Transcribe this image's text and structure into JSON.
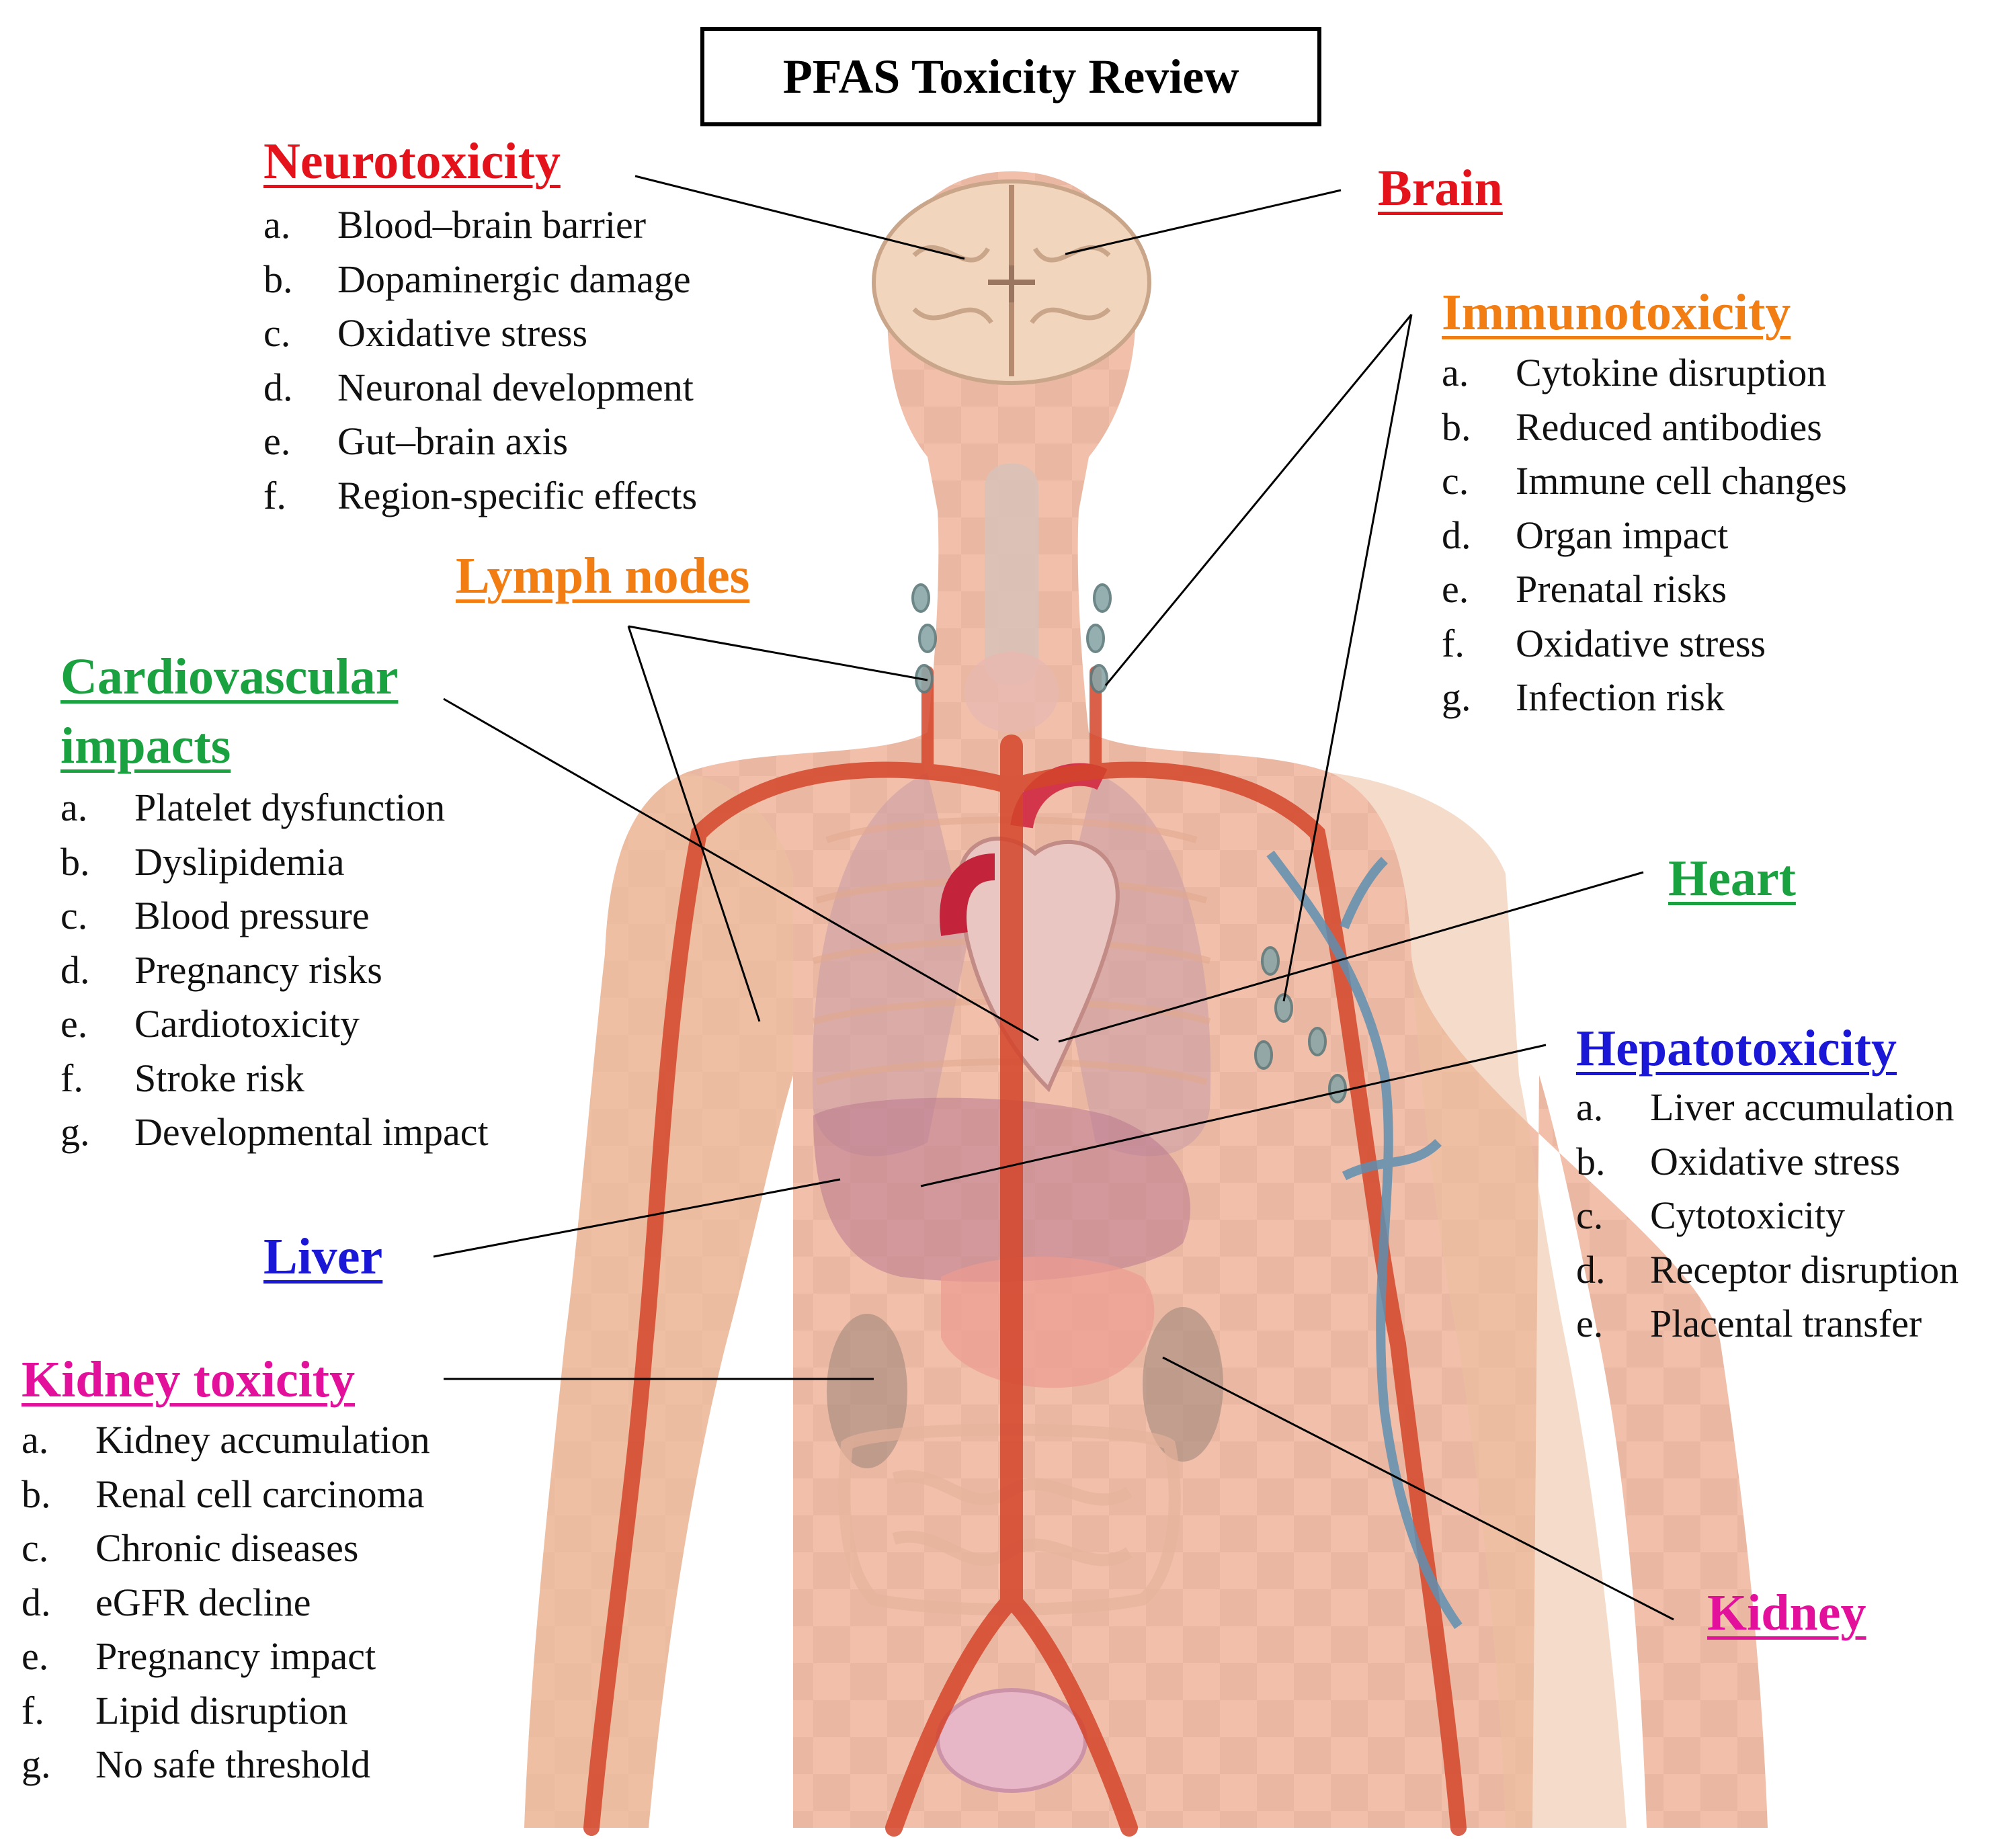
{
  "title": "PFAS Toxicity Review",
  "colors": {
    "neuro": "#e3121b",
    "immuno": "#f27d13",
    "cardio": "#1aa140",
    "hepato": "#1b17d6",
    "kidney": "#e3109b",
    "skin": "#f0b9a2",
    "artery": "#d4452b",
    "vein": "#5f8fb0"
  },
  "sections": {
    "neurotoxicity": {
      "heading": "Neurotoxicity",
      "items": [
        {
          "letter": "a.",
          "text": "Blood–brain barrier"
        },
        {
          "letter": "b.",
          "text": "Dopaminergic damage"
        },
        {
          "letter": "c.",
          "text": "Oxidative stress"
        },
        {
          "letter": "d.",
          "text": "Neuronal development"
        },
        {
          "letter": "e.",
          "text": "Gut–brain axis"
        },
        {
          "letter": "f.",
          "text": "Region-specific effects"
        }
      ]
    },
    "immunotoxicity": {
      "heading": "Immunotoxicity",
      "items": [
        {
          "letter": "a.",
          "text": "Cytokine disruption"
        },
        {
          "letter": "b.",
          "text": "Reduced antibodies"
        },
        {
          "letter": "c.",
          "text": "Immune cell changes"
        },
        {
          "letter": "d.",
          "text": "Organ impact"
        },
        {
          "letter": "e.",
          "text": "Prenatal risks"
        },
        {
          "letter": "f.",
          "text": "Oxidative stress"
        },
        {
          "letter": "g.",
          "text": "Infection risk"
        }
      ]
    },
    "cardiovascular": {
      "heading_line1": "Cardiovascular",
      "heading_line2": "impacts",
      "items": [
        {
          "letter": "a.",
          "text": "Platelet dysfunction"
        },
        {
          "letter": "b.",
          "text": "Dyslipidemia"
        },
        {
          "letter": "c.",
          "text": "Blood pressure"
        },
        {
          "letter": "d.",
          "text": "Pregnancy risks"
        },
        {
          "letter": "e.",
          "text": "Cardiotoxicity"
        },
        {
          "letter": "f.",
          "text": "Stroke risk"
        },
        {
          "letter": "g.",
          "text": "Developmental impact"
        }
      ]
    },
    "hepatotoxicity": {
      "heading": "Hepatotoxicity",
      "items": [
        {
          "letter": "a.",
          "text": "Liver accumulation"
        },
        {
          "letter": "b.",
          "text": "Oxidative stress"
        },
        {
          "letter": "c.",
          "text": "Cytotoxicity"
        },
        {
          "letter": "d.",
          "text": "Receptor disruption"
        },
        {
          "letter": "e.",
          "text": "Placental transfer"
        }
      ]
    },
    "kidney_toxicity": {
      "heading": "Kidney toxicity",
      "items": [
        {
          "letter": "a.",
          "text": "Kidney accumulation"
        },
        {
          "letter": "b.",
          "text": "Renal cell carcinoma"
        },
        {
          "letter": "c.",
          "text": "Chronic diseases"
        },
        {
          "letter": "d.",
          "text": "eGFR decline"
        },
        {
          "letter": "e.",
          "text": "Pregnancy impact"
        },
        {
          "letter": "f.",
          "text": "Lipid disruption"
        },
        {
          "letter": "g.",
          "text": "No safe threshold"
        }
      ]
    }
  },
  "organs": {
    "brain": "Brain",
    "lymph_nodes": "Lymph nodes",
    "heart": "Heart",
    "liver": "Liver",
    "kidney": "Kidney"
  }
}
